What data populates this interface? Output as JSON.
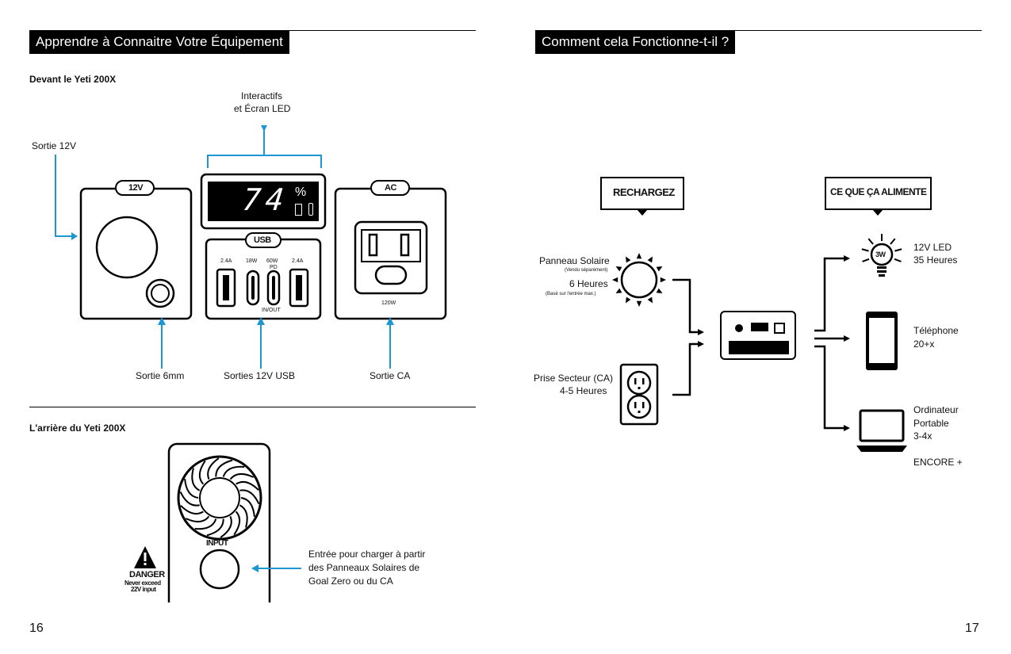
{
  "left_page": {
    "header": "Apprendre à Connaitre Votre Équipement",
    "front_title": "Devant le Yeti 200X",
    "front_labels": {
      "interactifs_line1": "Interactifs",
      "interactifs_line2": "et Écran LED",
      "sortie_12v": "Sortie 12V",
      "sortie_6mm": "Sortie 6mm",
      "sorties_usb": "Sorties 12V USB",
      "sortie_ca": "Sortie CA"
    },
    "panels": {
      "panel_12v": "12V",
      "panel_usb": "USB",
      "panel_ac": "AC",
      "ac_wattage": "120W"
    },
    "display": {
      "battery_percent": "74",
      "percent_symbol": "%"
    },
    "usb_ports": [
      {
        "label": "2.4A"
      },
      {
        "label": "18W"
      },
      {
        "label": "60W",
        "sublabel": "PD",
        "bottom": "IN/OUT"
      },
      {
        "label": "2.4A"
      }
    ],
    "back_title": "L'arrière du Yeti 200X",
    "back_labels": {
      "input": "INPUT",
      "danger": "DANGER",
      "danger_line2": "Never exceed",
      "danger_line3": "22V input",
      "entree_line1": "Entrée pour charger à partir",
      "entree_line2": "des Panneaux Solaires de",
      "entree_line3": "Goal Zero ou du CA"
    },
    "page_number": "16"
  },
  "right_page": {
    "header": "Comment cela Fonctionne-t-il ?",
    "recharge_box": "RECHARGEZ",
    "powers_box": "CE QUE ÇA ALIMENTE",
    "sources": [
      {
        "name": "Panneau Solaire",
        "note": "(Vendu séparément)",
        "time": "6 Heures",
        "footnote": "(Basé sur l'entrée max.)",
        "icon": "sun-icon"
      },
      {
        "name": "Prise Secteur (CA)",
        "time": "4-5 Heures",
        "icon": "wall-outlet-icon"
      }
    ],
    "devices": [
      {
        "line1": "12V LED",
        "line2": "35 Heures",
        "icon": "light-bulb-icon",
        "bulb_label": "3W"
      },
      {
        "line1": "Téléphone",
        "line2": "20+x",
        "icon": "phone-icon"
      },
      {
        "line1": "Ordinateur",
        "line2": "Portable",
        "line3": "3-4x",
        "icon": "laptop-icon"
      }
    ],
    "more": "ENCORE +",
    "page_number": "17"
  },
  "colors": {
    "accent_blue": "#1e96d2",
    "black": "#000000",
    "display_bg": "#000000"
  }
}
